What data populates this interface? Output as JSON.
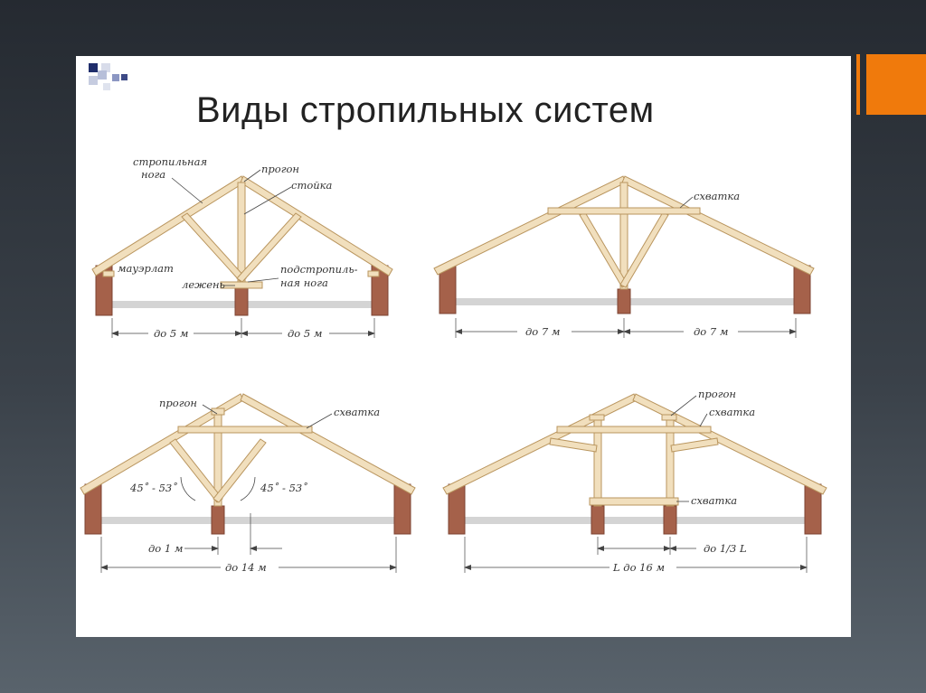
{
  "title": "Виды стропильных систем",
  "colors": {
    "background": "#2c323a",
    "accent": "#f07a0c",
    "wood": "#f1dfbd",
    "wood_edge": "#b9955e",
    "wall": "#a5614a",
    "floor": "#d4d4d4"
  },
  "diagrams": {
    "d1": {
      "labels": {
        "rafter": [
          "стропильная",
          "нога"
        ],
        "purlin": "прогон",
        "post": "стойка",
        "wall_plate": "мауэрлат",
        "sill": "лежень",
        "strut": [
          "подстропиль-",
          "ная нога"
        ]
      },
      "dims": [
        "до 5 м",
        "до 5 м"
      ]
    },
    "d2": {
      "labels": {
        "collar": "схватка"
      },
      "dims": [
        "до 7 м",
        "до 7 м"
      ]
    },
    "d3": {
      "labels": {
        "purlin": "прогон",
        "collar": "схватка",
        "angle_left": "45˚ - 53˚",
        "angle_right": "45˚ - 53˚"
      },
      "dims": [
        "до 1 м",
        "до 14 м"
      ]
    },
    "d4": {
      "labels": {
        "purlin": "прогон",
        "collar": "схватка",
        "collar_low": "схватка"
      },
      "dims": [
        "до 1/3 L",
        "L до 16 м"
      ]
    }
  }
}
